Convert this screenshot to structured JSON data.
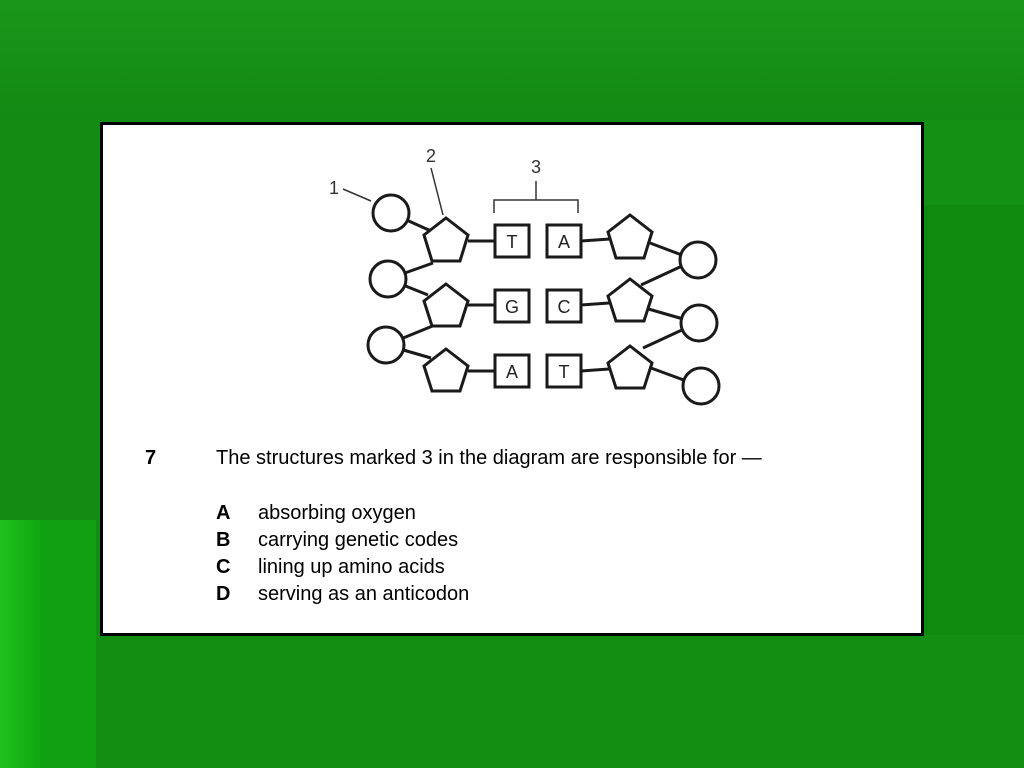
{
  "diagram": {
    "callouts": {
      "label_1": "1",
      "label_2": "2",
      "label_3": "3"
    },
    "bases": {
      "row1_left": "T",
      "row1_right": "A",
      "row2_left": "G",
      "row2_right": "C",
      "row3_left": "A",
      "row3_right": "T"
    }
  },
  "question": {
    "number": "7",
    "stem": "The structures marked 3 in the diagram are responsible for —",
    "choices": [
      {
        "letter": "A",
        "text": "absorbing oxygen"
      },
      {
        "letter": "B",
        "text": "carrying genetic codes"
      },
      {
        "letter": "C",
        "text": "lining up amino acids"
      },
      {
        "letter": "D",
        "text": "serving as an anticodon"
      }
    ]
  }
}
